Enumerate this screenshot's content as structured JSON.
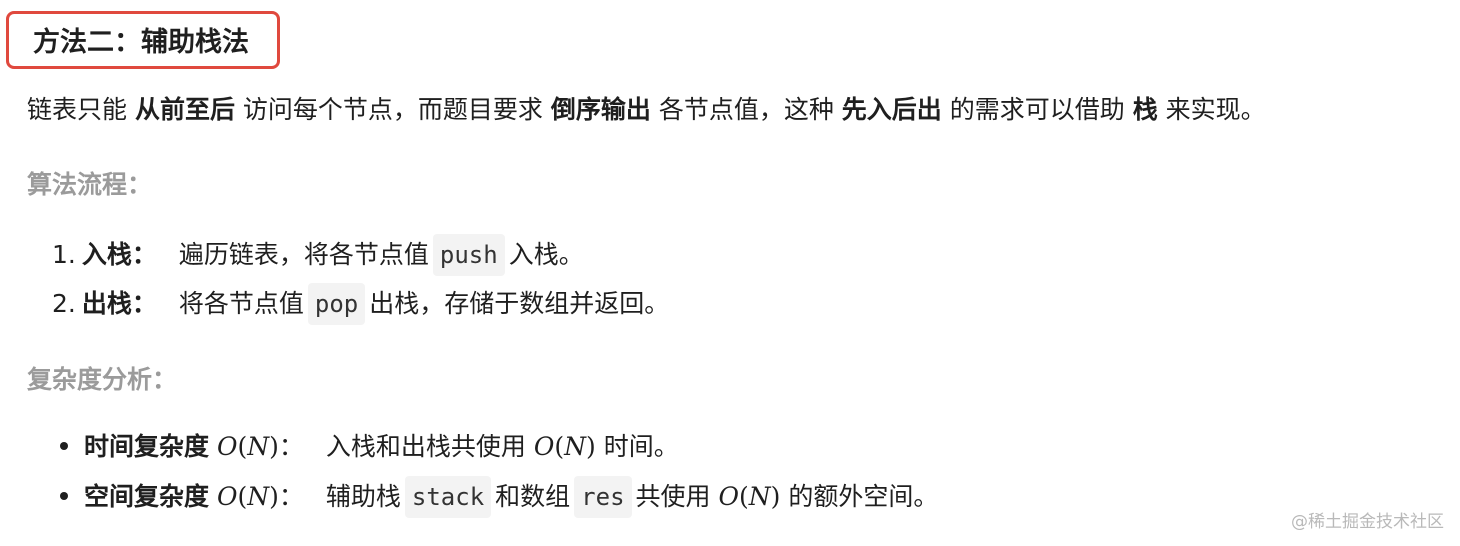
{
  "heading": {
    "title": "方法二：辅助栈法"
  },
  "intro": {
    "t1": "链表只能 ",
    "b1": "从前至后",
    "t2": " 访问每个节点，而题目要求 ",
    "b2": "倒序输出",
    "t3": " 各节点值，这种 ",
    "b3": "先入后出",
    "t4": " 的需求可以借助 ",
    "b4": "栈",
    "t5": " 来实现。"
  },
  "algorithm": {
    "heading": "算法流程：",
    "steps": [
      {
        "num": "1.",
        "label": "入栈：",
        "pre": "遍历链表，将各节点值",
        "code": "push",
        "post": "入栈。"
      },
      {
        "num": "2.",
        "label": "出栈：",
        "pre": "将各节点值",
        "code": "pop",
        "post": "出栈，存储于数组并返回。"
      }
    ]
  },
  "complexity": {
    "heading": "复杂度分析：",
    "time": {
      "label": "时间复杂度",
      "colon": "：",
      "pre": "入栈和出栈共使用",
      "post": "时间。"
    },
    "space": {
      "label": "空间复杂度",
      "colon": "：",
      "pre": "辅助栈",
      "code1": "stack",
      "mid": "和数组",
      "code2": "res",
      "mid2": "共使用",
      "post": "的额外空间。"
    },
    "notation": {
      "O": "O",
      "open": "(",
      "N": "N",
      "close": ")"
    }
  },
  "watermark": "@稀土掘金技术社区"
}
